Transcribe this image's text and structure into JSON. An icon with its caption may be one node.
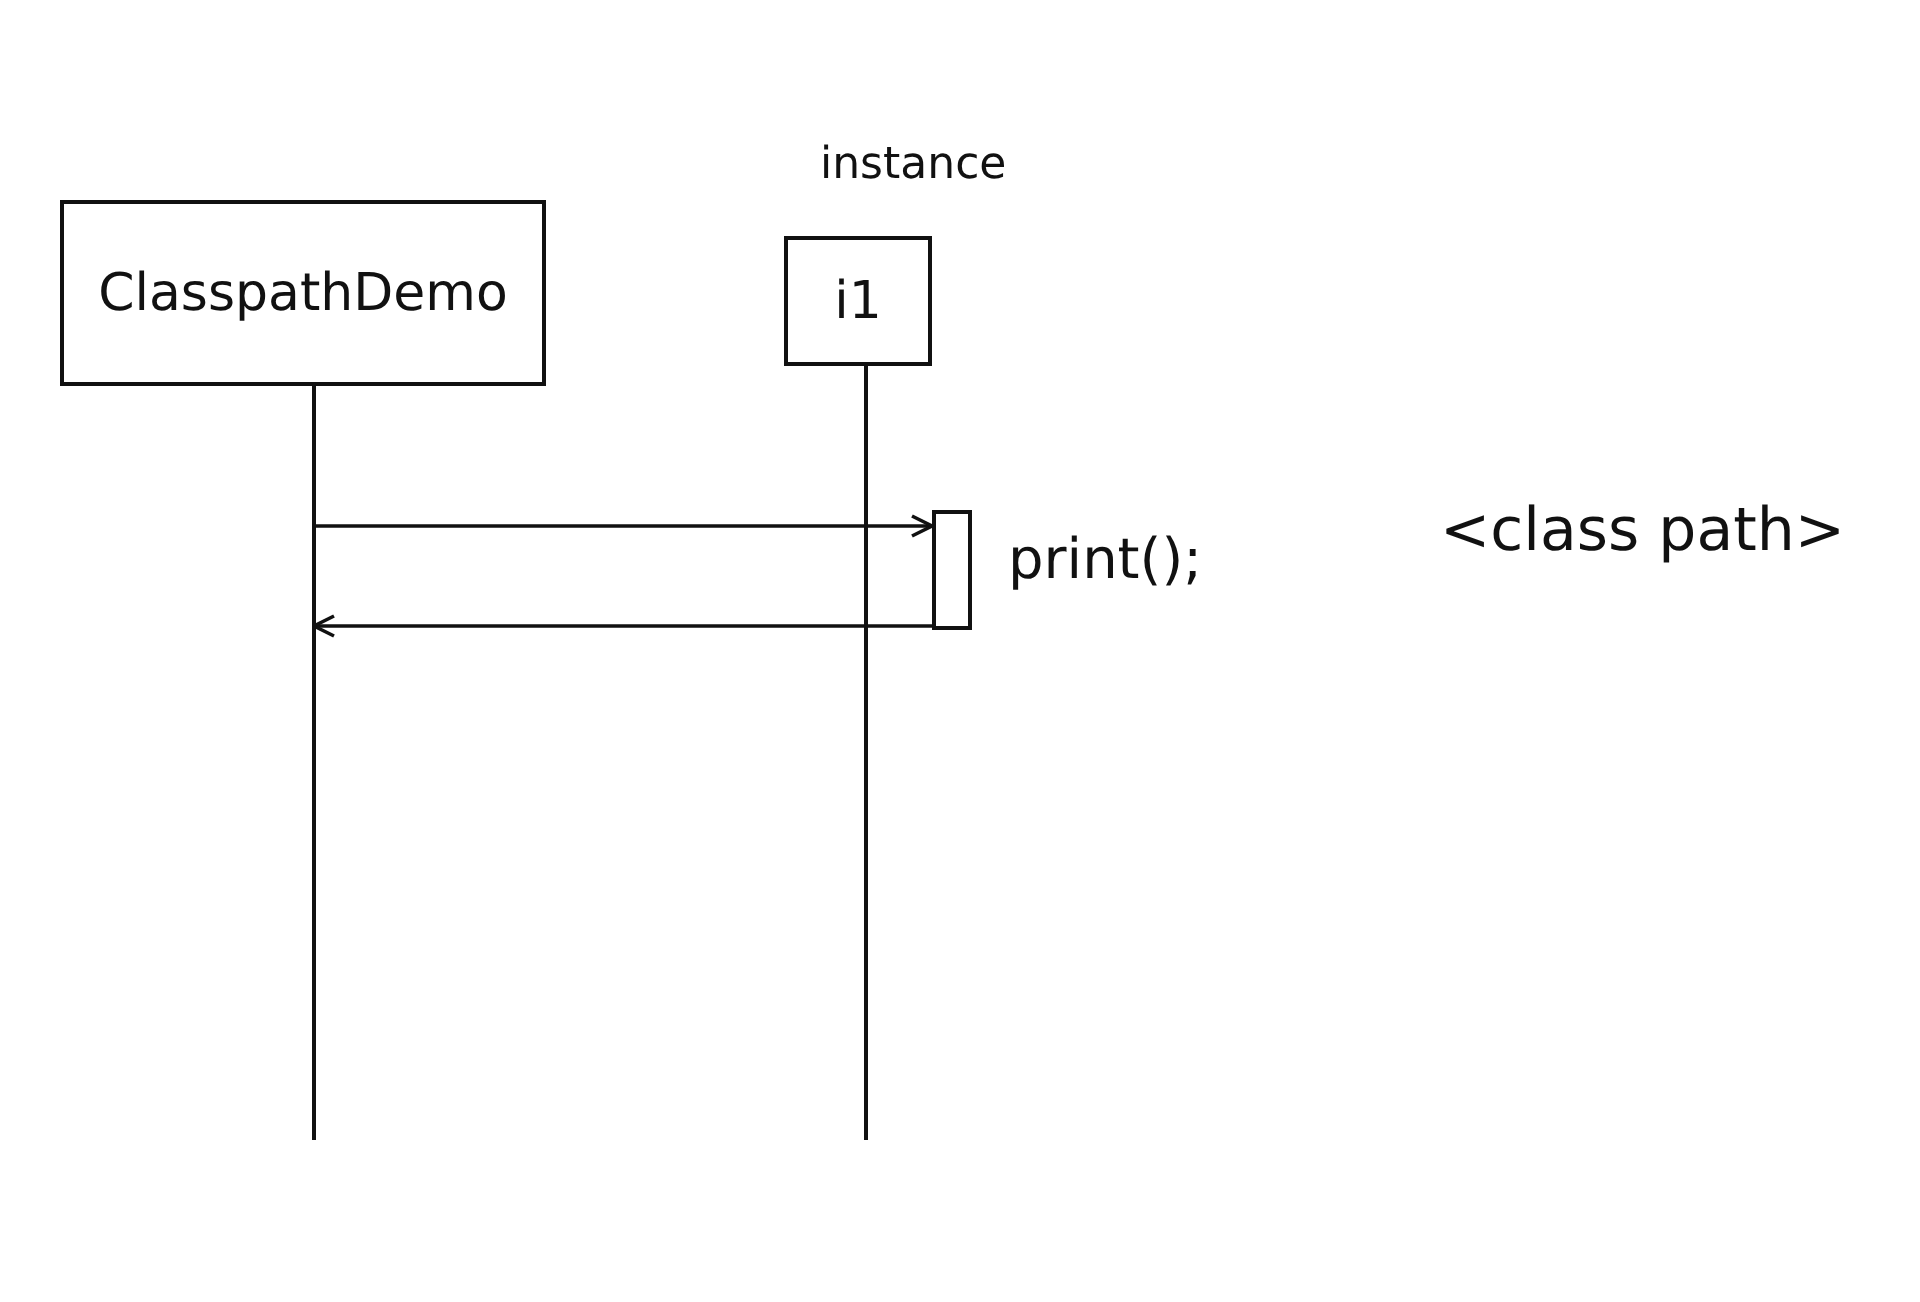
{
  "diagram": {
    "nodes": [
      {
        "text": [
          "ClasspathDemo"
        ]
      },
      {
        "text": [
          "instance",
          "i1"
        ]
      },
      {
        "text": [],
        "shape": "bar",
        "beside": [
          "print();"
        ]
      }
    ],
    "edges": [
      {
        "from": 0,
        "to": 2,
        "arrow": "to"
      },
      {
        "from": 2,
        "to": 0,
        "arrow": "to"
      }
    ],
    "labels": [
      "<class path>"
    ]
  }
}
